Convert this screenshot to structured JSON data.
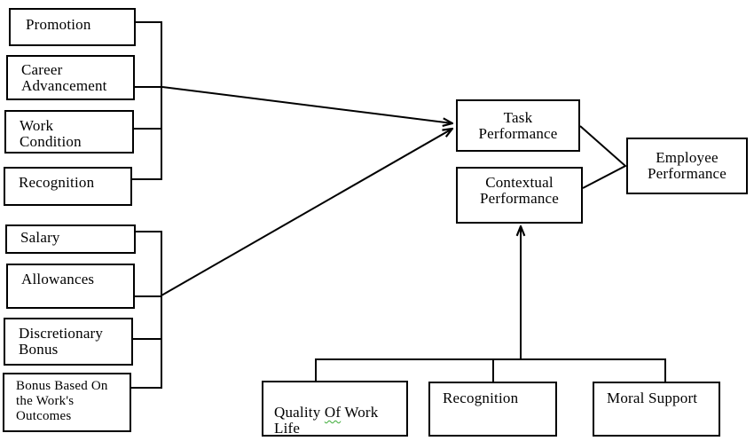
{
  "boxes": {
    "left_top": [
      "Promotion",
      "Career\nAdvancement",
      "Work\nCondition",
      "Recognition"
    ],
    "left_bottom": [
      "Salary",
      "Allowances",
      "Discretionary\nBonus",
      "Bonus Based On\nthe Work's\nOutcomes"
    ],
    "task": "Task\nPerformance",
    "contextual": "Contextual\nPerformance",
    "employee": "Employee\nPerformance",
    "quality": {
      "pre": "Quality ",
      "flagged": "Of",
      "post": " Work\nLife"
    },
    "bottom_recognition": "Recognition",
    "moral": "Moral Support"
  },
  "colors": {
    "line": "#000000",
    "background": "#ffffff",
    "spellcheck_squiggle": "#3aaa35"
  }
}
